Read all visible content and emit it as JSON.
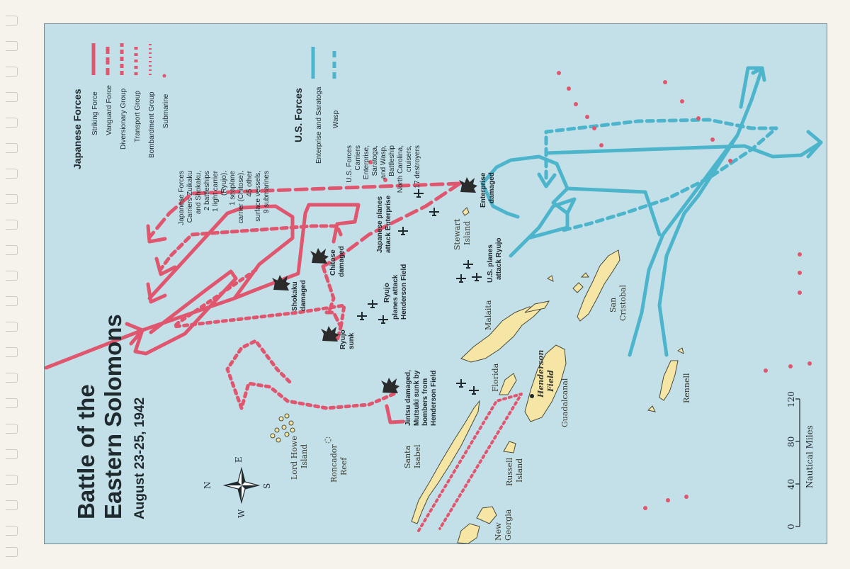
{
  "map": {
    "title_line1": "Battle of the",
    "title_line2": "Eastern Solomons",
    "subtitle": "August 23-25, 1942",
    "compass": {
      "n": "N",
      "e": "E",
      "s": "S",
      "w": "W"
    },
    "scale": {
      "label": "Nautical Miles",
      "ticks": [
        "0",
        "40",
        "80",
        "120"
      ]
    },
    "colors": {
      "japanese": "#e0566e",
      "us": "#4cb5cc",
      "land": "#f5e6a6",
      "sea": "#c3e0e9"
    }
  },
  "legend": {
    "japanese_heading": "Japanese Forces",
    "japanese_items": [
      {
        "label": "Striking Force",
        "style": "solid"
      },
      {
        "label": "Vanguard Force",
        "style": "dashed"
      },
      {
        "label": "Diversionary Group",
        "style": "short-dash"
      },
      {
        "label": "Transport Group",
        "style": "dotted"
      },
      {
        "label": "Bombardment Group",
        "style": "fine-dotted"
      },
      {
        "label": "Submarine",
        "style": "dot"
      }
    ],
    "japanese_note": [
      "Japanese Forces",
      "Carriers Zuikaku",
      "and Shokaku,",
      "2 battleships",
      "1 light carrier",
      "(Ryujo),",
      "1 seaplane",
      "carrier (Chitose),",
      "45 other",
      "surface vessels,",
      "9 submarines"
    ],
    "us_heading": "U.S. Forces",
    "us_items": [
      {
        "label": "Enterprise and Saratoga",
        "style": "solid"
      },
      {
        "label": "Wasp",
        "style": "dashed"
      }
    ],
    "us_note": [
      "U.S. Forces",
      "Carriers",
      "Enterprise,",
      "Saratoga,",
      "and Wasp,",
      "Battleship",
      "North Carolina,",
      "cruisers,",
      "17 destroyers"
    ]
  },
  "places": {
    "lord_howe": [
      "Lord Howe",
      "Island"
    ],
    "roncador": [
      "Roncador",
      "Reef"
    ],
    "santa_isabel": [
      "Santa",
      "Isabel"
    ],
    "russell": [
      "Russell",
      "Island"
    ],
    "new_georgia": [
      "New",
      "Georgia"
    ],
    "florida": "Florida",
    "malaita": "Malaita",
    "guadalcanal": "Guadalcanal",
    "henderson_field": [
      "Henderson",
      "Field"
    ],
    "stewart": [
      "Stewart",
      "Island"
    ],
    "san_cristobal": [
      "San",
      "Cristobal"
    ],
    "rennell": "Rennell"
  },
  "events": {
    "shokaku": [
      "Shokaku",
      "damaged"
    ],
    "chitose": [
      "Chitose",
      "damaged"
    ],
    "ryujo": [
      "Ryujo",
      "sunk"
    ],
    "jintsu": [
      "Jintsu damaged,",
      "Mutsuki sunk by",
      "bombers from",
      "Henderson Field"
    ],
    "enterprise": [
      "Enterprise",
      "damaged"
    ],
    "jp_planes": [
      "Japanese planes",
      "attack Enterprise"
    ],
    "ryujo_planes": [
      "Ryujo",
      "planes attack",
      "Henderson Field"
    ],
    "us_planes": [
      "U.S. planes",
      "attack Ryujo"
    ]
  }
}
